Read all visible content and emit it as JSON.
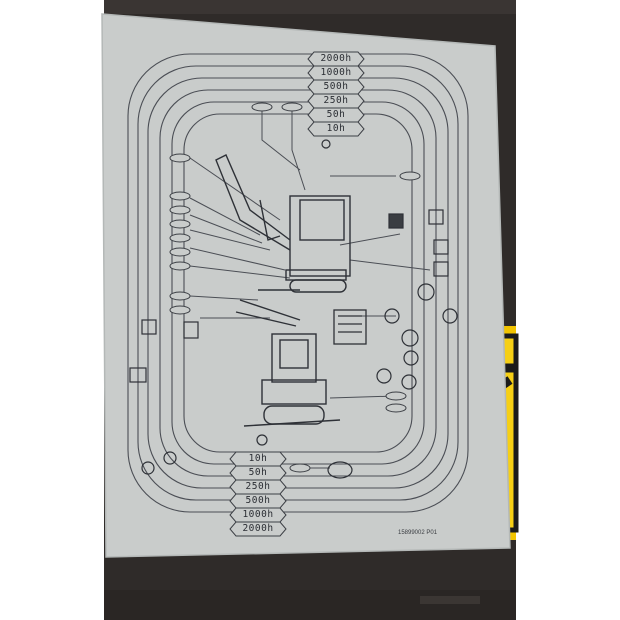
{
  "photo": {
    "subject": "maintenance-interval chart decal on machine panel",
    "colors": {
      "panel_dark": "#2f2b29",
      "decal": "#c9cccb",
      "ink": "#2a2d33",
      "yellow": "#f2c400"
    }
  },
  "decal": {
    "intervals_top": [
      "2000h",
      "1000h",
      "500h",
      "250h",
      "50h",
      "10h"
    ],
    "intervals_bottom": [
      "10h",
      "50h",
      "250h",
      "500h",
      "1000h",
      "2000h"
    ],
    "part_code": "15899002 P01"
  }
}
